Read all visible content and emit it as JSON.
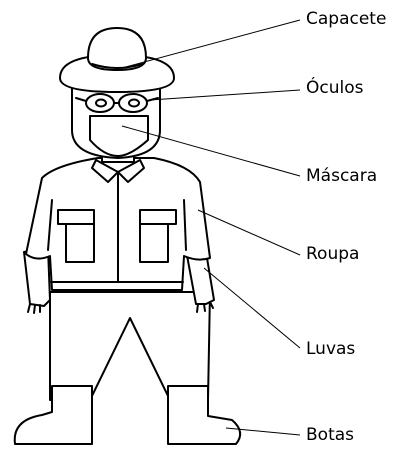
{
  "labels": {
    "capacete": "Capacete",
    "oculos": "Óculos",
    "mascara": "Máscara",
    "roupa": "Roupa",
    "luvas": "Luvas",
    "botas": "Botas"
  },
  "colors": {
    "line": "#000000",
    "background": "#ffffff"
  }
}
